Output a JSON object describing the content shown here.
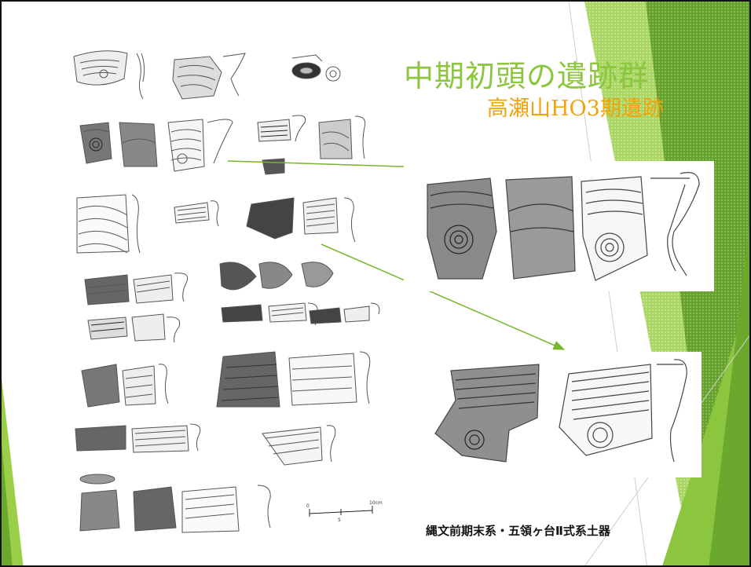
{
  "slide": {
    "title": "中期初頭の遺跡群",
    "subtitle": "高瀬山HO3期遺跡",
    "caption": "縄文前期末系・五領ヶ台Ⅱ式系土器"
  },
  "colors": {
    "title": "#8cc63f",
    "subtitle": "#f0a30a",
    "accent_green": "#8cc63f",
    "dark_green": "#4e8a1f",
    "arrow": "#7ab52f"
  },
  "scale_bar": {
    "labels": [
      "0",
      "5",
      "10cm"
    ]
  },
  "icons": [
    "pottery-sherd-illustration",
    "cross-section-profile",
    "scale-bar"
  ]
}
